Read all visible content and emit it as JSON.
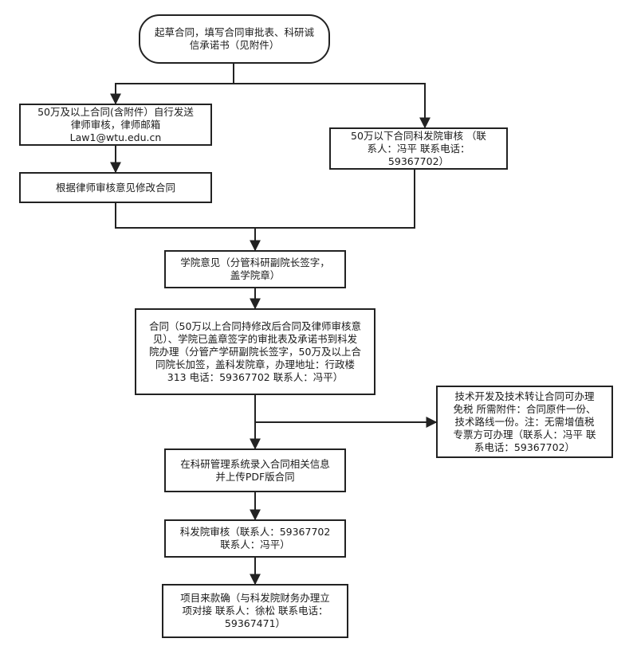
{
  "diagram": {
    "type": "flowchart",
    "nodes": {
      "start": "起草合同，填写合同审批表、科研诚\n信承诺书（见附件）",
      "lawyer_review": "50万及以上合同(含附件）自行发送\n律师审核，律师邮箱\nLaw1@wtu.edu.cn",
      "modify": "根据律师审核意见修改合同",
      "below_50w": "50万以下合同科发院审核 （联\n系人：冯平 联系电话：\n59367702）",
      "college_opinion": "学院意见（分管科研副院长签字，\n盖学院章）",
      "submit_contract": "合同（50万以上合同持修改后合同及律师审核意\n见）、学院已盖章签字的审批表及承诺书到科发\n院办理（分管产学研副院长签字，50万及以上合\n同院长加签，盖科发院章，办理地址：行政楼\n313 电话：59367702 联系人：冯平）",
      "tax_exempt": "技术开发及技术转让合同可办理\n免税 所需附件：合同原件一份、\n技术路线一份。注：无需增值税\n专票方可办理（联系人：冯平 联\n系电话：59367702）",
      "upload_system": "在科研管理系统录入合同相关信息\n并上传PDF版合同",
      "review": "科发院审核（联系人：59367702\n联系人：冯平）",
      "confirm_funds": "项目来款确（与科发院财务办理立\n项对接 联系人：徐松 联系电话：\n59367471）"
    }
  }
}
